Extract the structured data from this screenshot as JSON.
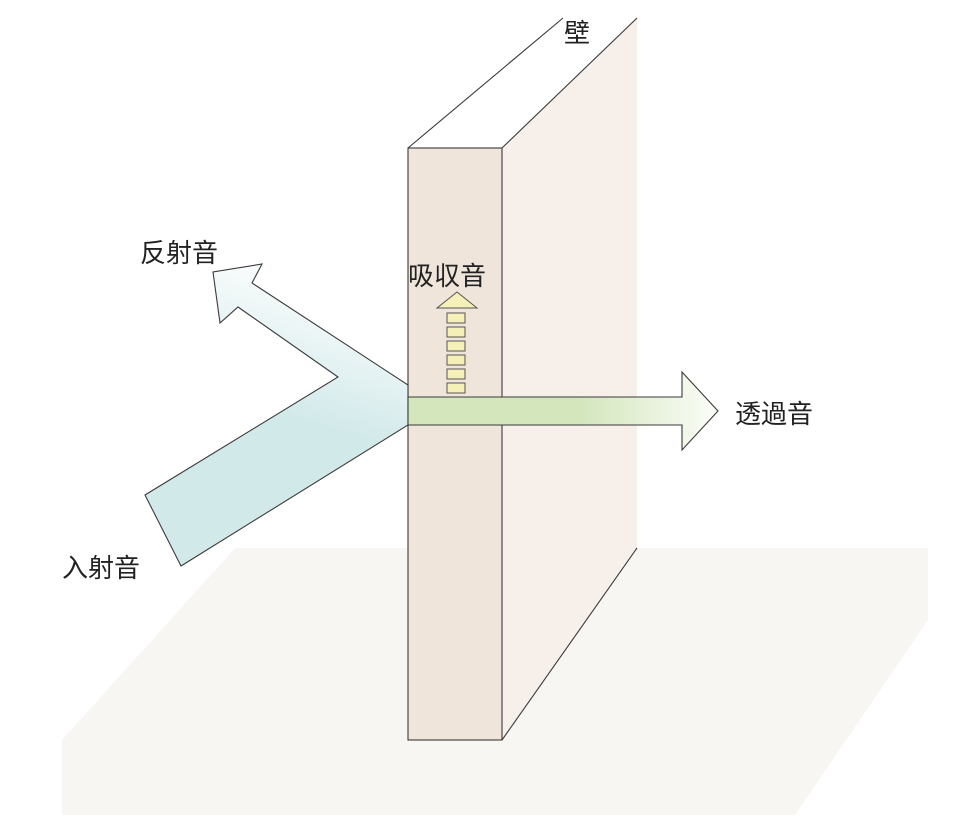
{
  "labels": {
    "wall": "壁",
    "reflected": "反射音",
    "absorbed": "吸収音",
    "transmitted": "透過音",
    "incident": "入射音"
  },
  "colors": {
    "floor": "#f7f6f3",
    "wall_front": "#efe5da",
    "wall_side": "#f6efea",
    "incident": "#d2e9ea",
    "reflected_tip": "#f7fbfb",
    "transmitted": "#d3e6bc",
    "transmitted_tip": "#fbfdf8",
    "absorbed": "#f5f0b8"
  }
}
